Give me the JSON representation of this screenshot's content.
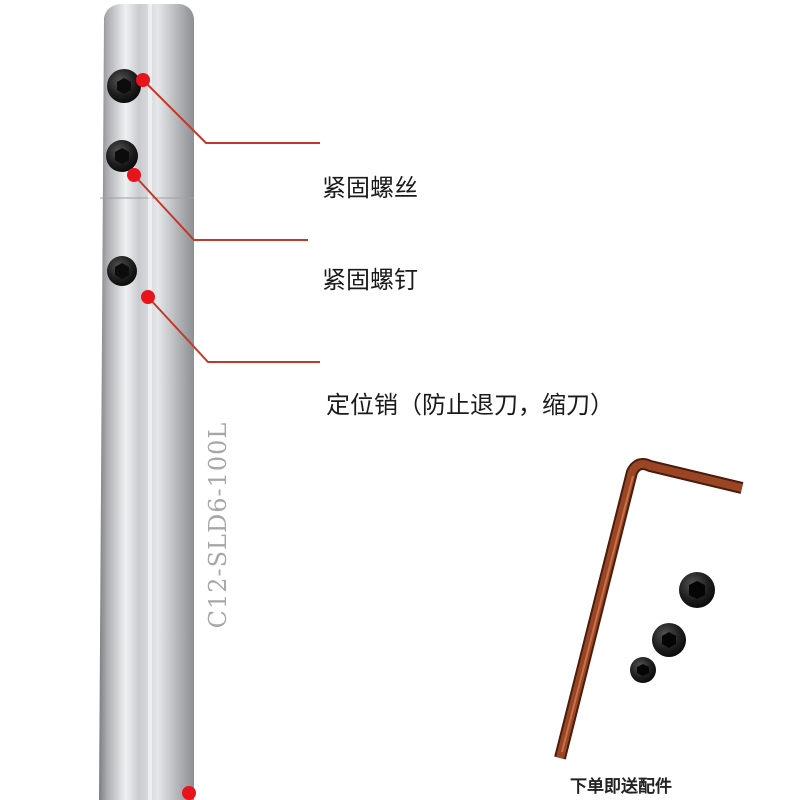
{
  "callouts": [
    {
      "label": "紧固螺丝"
    },
    {
      "label": "紧固螺钉"
    },
    {
      "label": "定位销（防止退刀，缩刀）"
    }
  ],
  "engraving": "C12-SLD6-100L",
  "accessories_caption": "下单即送配件",
  "colors": {
    "callout_line": "#c0392b",
    "callout_dot": "#e8141b",
    "hex_key": "#8a3a1e",
    "screw": "#1c1c1c"
  },
  "icons": [
    "hex-key-icon",
    "set-screw-icon"
  ]
}
